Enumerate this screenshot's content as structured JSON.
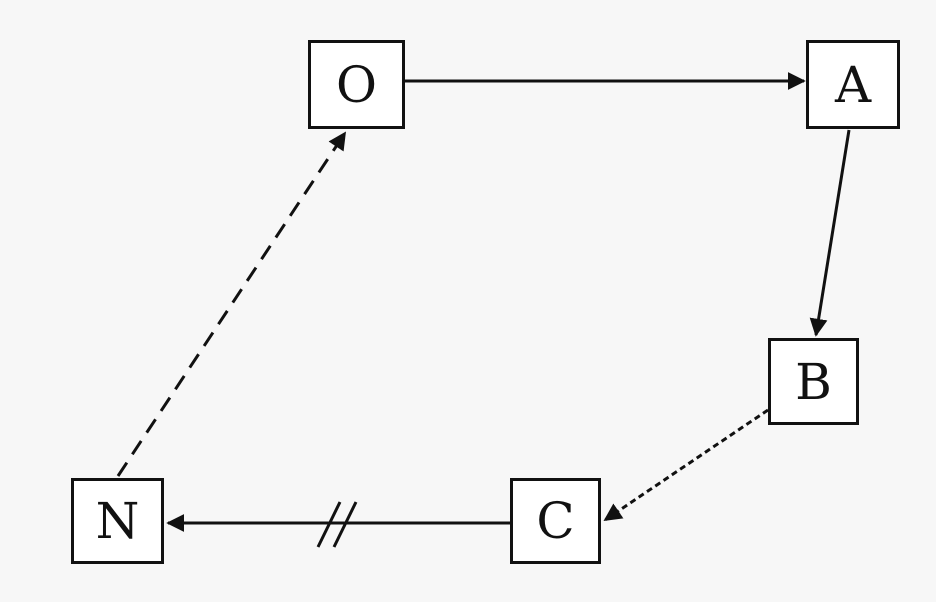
{
  "diagram": {
    "nodes": [
      {
        "id": "O",
        "label": "O"
      },
      {
        "id": "A",
        "label": "A"
      },
      {
        "id": "B",
        "label": "B"
      },
      {
        "id": "C",
        "label": "C"
      },
      {
        "id": "N",
        "label": "N"
      }
    ],
    "edges": [
      {
        "from": "O",
        "to": "A",
        "style": "solid"
      },
      {
        "from": "A",
        "to": "B",
        "style": "solid"
      },
      {
        "from": "B",
        "to": "C",
        "style": "dashed"
      },
      {
        "from": "C",
        "to": "N",
        "style": "solid",
        "break_mark": true
      },
      {
        "from": "N",
        "to": "O",
        "style": "dashed"
      }
    ],
    "colors": {
      "line": "#111111",
      "background": "#f7f7f7",
      "box": "#ffffff"
    }
  }
}
